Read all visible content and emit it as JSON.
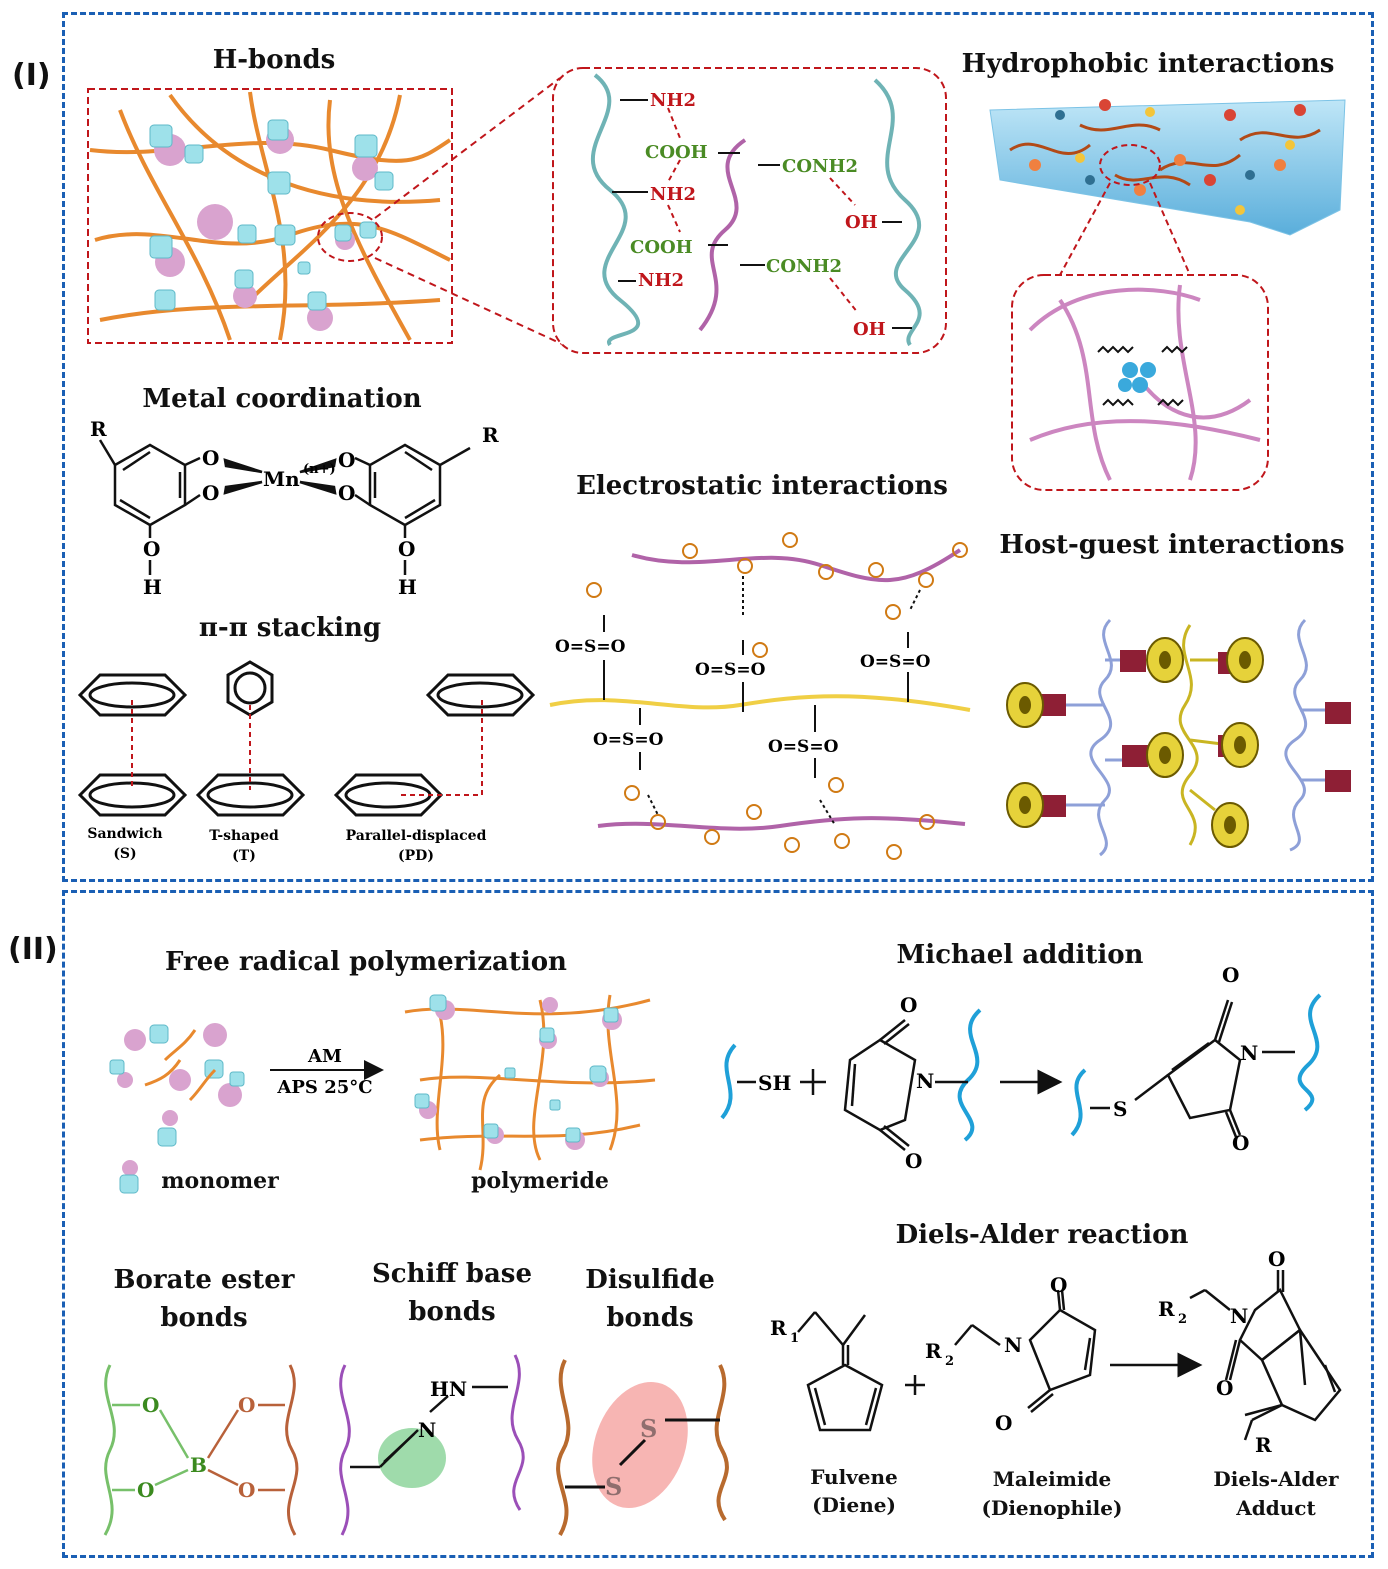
{
  "panels": {
    "p1": {
      "label": "(I)",
      "hbonds": {
        "title": "H-bonds",
        "groups": [
          "NH2",
          "COOH",
          "NH2",
          "COOH",
          "NH2",
          "CONH2",
          "CONH2",
          "OH",
          "OH"
        ]
      },
      "hydrophobic": {
        "title": "Hydrophobic interactions"
      },
      "metal": {
        "title": "Metal coordination",
        "center": "Mn",
        "charge": "(n+)",
        "atoms": [
          "R",
          "R",
          "O",
          "O",
          "O",
          "O",
          "O",
          "H",
          "O",
          "H"
        ]
      },
      "pipi": {
        "title": "π-π stacking",
        "types": [
          {
            "name": "Sandwich",
            "abbr": "(S)"
          },
          {
            "name": "T-shaped",
            "abbr": "(T)"
          },
          {
            "name": "Parallel-displaced",
            "abbr": "(PD)"
          }
        ]
      },
      "electrostatic": {
        "title": "Electrostatic interactions",
        "sulfonate": "O=S=O"
      },
      "hostguest": {
        "title": "Host-guest interactions"
      }
    },
    "p2": {
      "label": "(II)",
      "frp": {
        "title": "Free radical polymerization",
        "reagent_top": "AM",
        "reagent_bottom": "APS  25°C",
        "monomer": "monomer",
        "product": "polymeride"
      },
      "michael": {
        "title": "Michael addition",
        "sh": "SH",
        "n": "N",
        "s": "S",
        "o": "O"
      },
      "diels": {
        "title": "Diels-Alder reaction",
        "fulvene": [
          "Fulvene",
          "(Diene)"
        ],
        "maleimide": [
          "Maleimide",
          "(Dienophile)"
        ],
        "adduct": [
          "Diels-Alder",
          "Adduct"
        ],
        "r1": "R",
        "r2": "R",
        "r": "R"
      },
      "borate": {
        "title": [
          "Borate ester",
          "bonds"
        ],
        "b": "B",
        "o": "O"
      },
      "schiff": {
        "title": [
          "Schiff base",
          "bonds"
        ],
        "hn": "HN",
        "n": "N"
      },
      "disulfide": {
        "title": [
          "Disulfide",
          "bonds"
        ],
        "s": "S"
      }
    }
  },
  "colors": {
    "panel_border": "#1a5fb4",
    "red_dash": "#c0161b",
    "orange_chain": "#e8892e",
    "pink": "#d9a3cf",
    "cyan": "#9ee1ea",
    "teal_chain": "#6fb3b5",
    "magenta_chain": "#b063a8",
    "green_text": "#4a8b24",
    "red_text": "#c0161b",
    "blue_chain": "#1fa0d8",
    "yellow": "#e6d23a"
  }
}
